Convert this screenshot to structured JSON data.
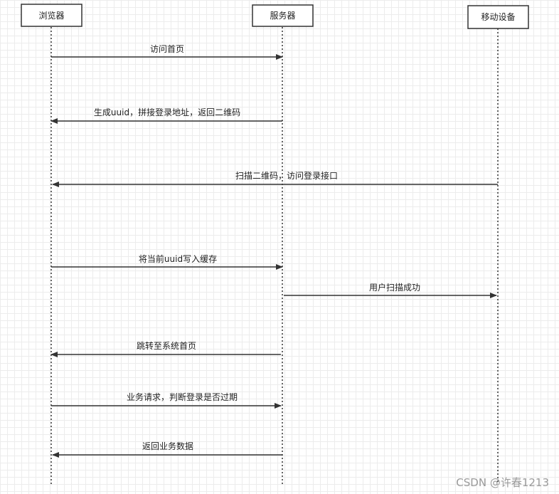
{
  "actors": [
    {
      "id": "browser",
      "label": "浏览器"
    },
    {
      "id": "server",
      "label": "服务器"
    },
    {
      "id": "mobile",
      "label": "移动设备"
    }
  ],
  "messages": [
    {
      "from": "browser",
      "to": "server",
      "label": "访问首页"
    },
    {
      "from": "server",
      "to": "browser",
      "label": "生成uuid，拼接登录地址，返回二维码"
    },
    {
      "from": "mobile",
      "to": "browser",
      "label": "扫描二维码，访问登录接口"
    },
    {
      "from": "browser",
      "to": "server",
      "label": "将当前uuid写入缓存"
    },
    {
      "from": "server",
      "to": "mobile",
      "label": "用户扫描成功"
    },
    {
      "from": "server",
      "to": "browser",
      "label": "跳转至系统首页"
    },
    {
      "from": "browser",
      "to": "server",
      "label": "业务请求，判断登录是否过期"
    },
    {
      "from": "server",
      "to": "browser",
      "label": "返回业务数据"
    }
  ],
  "watermark": "CSDN @许春1213"
}
